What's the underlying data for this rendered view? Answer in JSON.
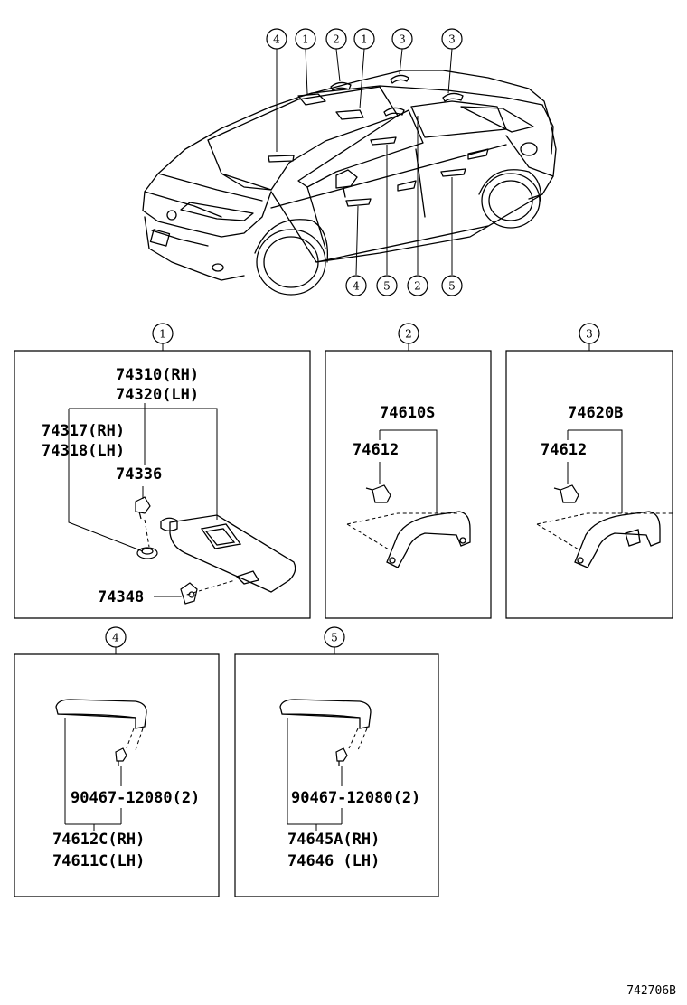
{
  "car_callouts": [
    {
      "id": "top-4",
      "label": "4"
    },
    {
      "id": "top-1a",
      "label": "1"
    },
    {
      "id": "top-2",
      "label": "2"
    },
    {
      "id": "top-1b",
      "label": "1"
    },
    {
      "id": "top-3a",
      "label": "3"
    },
    {
      "id": "top-3b",
      "label": "3"
    },
    {
      "id": "bot-4",
      "label": "4"
    },
    {
      "id": "bot-5a",
      "label": "5"
    },
    {
      "id": "bot-2",
      "label": "2"
    },
    {
      "id": "bot-5b",
      "label": "5"
    }
  ],
  "panels": {
    "p1": {
      "callout": "1",
      "parts": [
        "74310(RH)",
        "74320(LH)",
        "74317(RH)",
        "74318(LH)",
        "74336",
        "74348"
      ]
    },
    "p2": {
      "callout": "2",
      "parts": [
        "74610S",
        "74612"
      ]
    },
    "p3": {
      "callout": "3",
      "parts": [
        "74620B",
        "74612"
      ]
    },
    "p4": {
      "callout": "4",
      "parts": [
        "90467-12080(2)",
        "74612C(RH)",
        "74611C(LH)"
      ]
    },
    "p5": {
      "callout": "5",
      "parts": [
        "90467-12080(2)",
        "74645A(RH)",
        "74646 (LH)"
      ]
    }
  },
  "reference": "742706B",
  "colors": {
    "line": "#000000",
    "background": "#ffffff"
  }
}
